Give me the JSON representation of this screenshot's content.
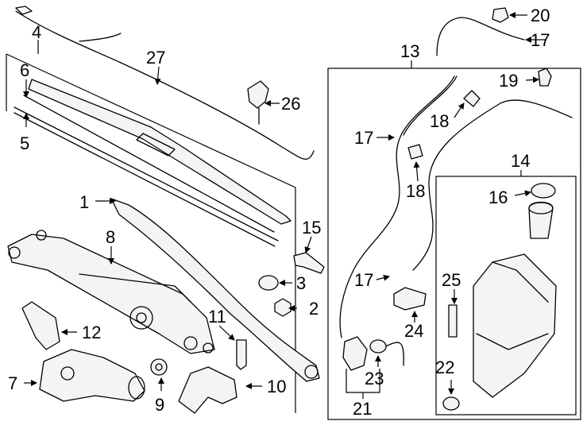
{
  "callouts": {
    "c1": "1",
    "c2": "2",
    "c3": "3",
    "c4": "4",
    "c5": "5",
    "c6": "6",
    "c7": "7",
    "c8": "8",
    "c9": "9",
    "c10": "10",
    "c11": "11",
    "c12": "12",
    "c13": "13",
    "c14": "14",
    "c15": "15",
    "c16": "16",
    "c17a": "17",
    "c17b": "17",
    "c17c": "17",
    "c18a": "18",
    "c18b": "18",
    "c19": "19",
    "c20": "20",
    "c21": "21",
    "c22": "22",
    "c23": "23",
    "c24": "24",
    "c25": "25",
    "c26": "26",
    "c27": "27"
  }
}
